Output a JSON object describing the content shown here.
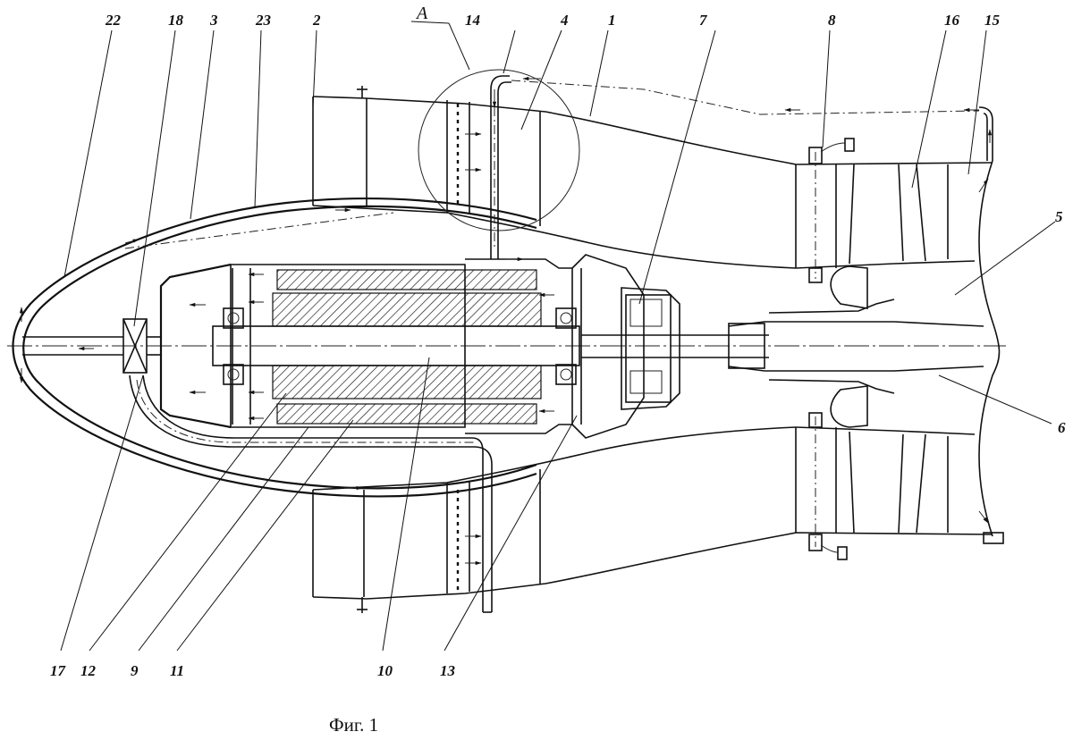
{
  "figure": {
    "caption": "Фиг. 1",
    "detail_view_label": "A"
  },
  "labels_top": [
    {
      "id": "22",
      "text": "22"
    },
    {
      "id": "18",
      "text": "18"
    },
    {
      "id": "3",
      "text": "3"
    },
    {
      "id": "23",
      "text": "23"
    },
    {
      "id": "2",
      "text": "2"
    },
    {
      "id": "14",
      "text": "14"
    },
    {
      "id": "4",
      "text": "4"
    },
    {
      "id": "1",
      "text": "1"
    },
    {
      "id": "7",
      "text": "7"
    },
    {
      "id": "8",
      "text": "8"
    },
    {
      "id": "16",
      "text": "16"
    },
    {
      "id": "15",
      "text": "15"
    }
  ],
  "labels_right": [
    {
      "id": "5",
      "text": "5"
    },
    {
      "id": "6",
      "text": "6"
    }
  ],
  "labels_bottom": [
    {
      "id": "17",
      "text": "17"
    },
    {
      "id": "12",
      "text": "12"
    },
    {
      "id": "9",
      "text": "9"
    },
    {
      "id": "11",
      "text": "11"
    },
    {
      "id": "10",
      "text": "10"
    },
    {
      "id": "13",
      "text": "13"
    }
  ]
}
